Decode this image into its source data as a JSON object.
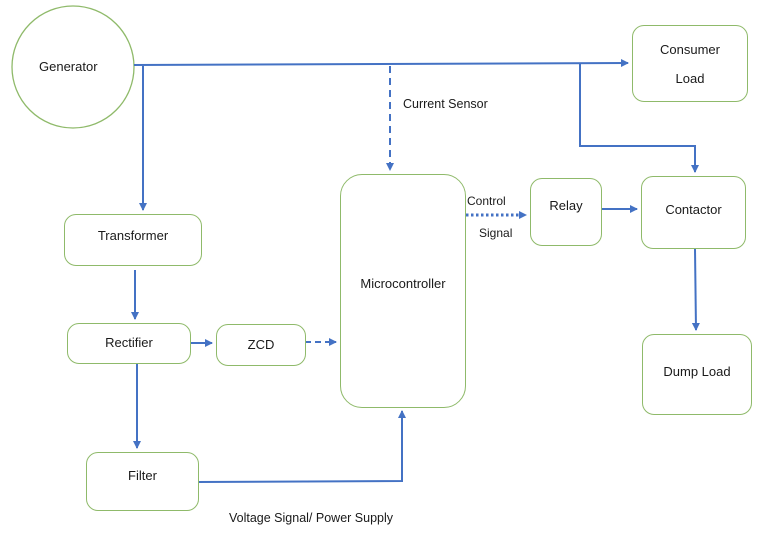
{
  "diagram": {
    "nodes": {
      "generator": "Generator",
      "consumer_load": [
        "Consumer",
        "Load"
      ],
      "transformer": "Transformer",
      "rectifier": "Rectifier",
      "zcd": "ZCD",
      "filter": "Filter",
      "microcontroller": "Microcontroller",
      "relay": "Relay",
      "contactor": "Contactor",
      "dump_load": "Dump Load"
    },
    "edge_labels": {
      "current_sensor": "Current Sensor",
      "control_signal": [
        "Control",
        "Signal"
      ],
      "voltage_signal": "Voltage Signal/ Power Supply"
    },
    "edges": [
      {
        "from": "Generator",
        "to": "Consumer Load",
        "style": "solid"
      },
      {
        "from": "Generator",
        "to": "Transformer",
        "style": "solid"
      },
      {
        "from": "Generator bus",
        "to": "Microcontroller",
        "style": "dashed",
        "label": "Current Sensor"
      },
      {
        "from": "Generator bus",
        "to": "Contactor",
        "style": "solid"
      },
      {
        "from": "Transformer",
        "to": "Rectifier",
        "style": "solid"
      },
      {
        "from": "Rectifier",
        "to": "ZCD",
        "style": "solid"
      },
      {
        "from": "ZCD",
        "to": "Microcontroller",
        "style": "dashed"
      },
      {
        "from": "Rectifier",
        "to": "Filter",
        "style": "solid"
      },
      {
        "from": "Filter",
        "to": "Microcontroller",
        "style": "solid",
        "label": "Voltage Signal/ Power Supply"
      },
      {
        "from": "Microcontroller",
        "to": "Relay",
        "style": "dotted",
        "label": "Control Signal"
      },
      {
        "from": "Relay",
        "to": "Contactor",
        "style": "solid"
      },
      {
        "from": "Contactor",
        "to": "Dump Load",
        "style": "solid"
      }
    ],
    "colors": {
      "line": "#4472c4",
      "node_border": "#8fba6a",
      "text": "#1a1a1a"
    }
  }
}
